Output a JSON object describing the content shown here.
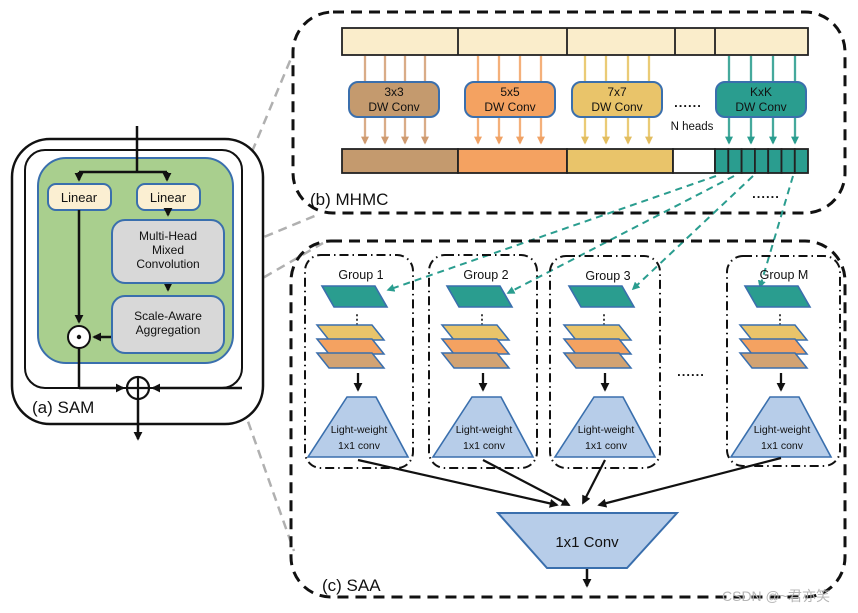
{
  "sam": {
    "label": "(a) SAM",
    "linear_left": "Linear",
    "linear_right": "Linear",
    "mhmc_line1": "Multi-Head",
    "mhmc_line2": "Mixed",
    "mhmc_line3": "Convolution",
    "saa_line1": "Scale-Aware",
    "saa_line2": "Aggregation"
  },
  "mhmc": {
    "label": "(b) MHMC",
    "heads": [
      {
        "kernel": "3x3",
        "conv": "DW Conv"
      },
      {
        "kernel": "5x5",
        "conv": "DW Conv"
      },
      {
        "kernel": "7x7",
        "conv": "DW Conv"
      },
      {
        "kernel": "KxK",
        "conv": "DW Conv"
      }
    ],
    "heads_ellipsis": "......",
    "n_heads_label": "N heads",
    "channels_ellipsis": "......"
  },
  "saa": {
    "label": "(c) SAA",
    "groups": [
      {
        "name": "Group 1",
        "trap_line1": "Light-weight",
        "trap_line2": "1x1 conv",
        "stack_dots": "⋮"
      },
      {
        "name": "Group 2",
        "trap_line1": "Light-weight",
        "trap_line2": "1x1 conv",
        "stack_dots": "⋮"
      },
      {
        "name": "Group 3",
        "trap_line1": "Light-weight",
        "trap_line2": "1x1 conv",
        "stack_dots": "⋮"
      },
      {
        "name": "Group M",
        "trap_line1": "Light-weight",
        "trap_line2": "1x1 conv",
        "stack_dots": "⋮"
      }
    ],
    "groups_ellipsis": "......",
    "final_conv": "1x1 Conv"
  },
  "watermark": "CSDN @~君亦笑",
  "colors": {
    "teal": "#2A9D8F",
    "orange": "#F4A261",
    "yellow": "#E9C46A",
    "tan": "#C49A6E",
    "cream": "#FAEDCB",
    "green": "#A9CF8E",
    "light_blue": "#B7CDE9",
    "gray_box": "#D8D8D8",
    "blue_border": "#3A6FAD"
  }
}
